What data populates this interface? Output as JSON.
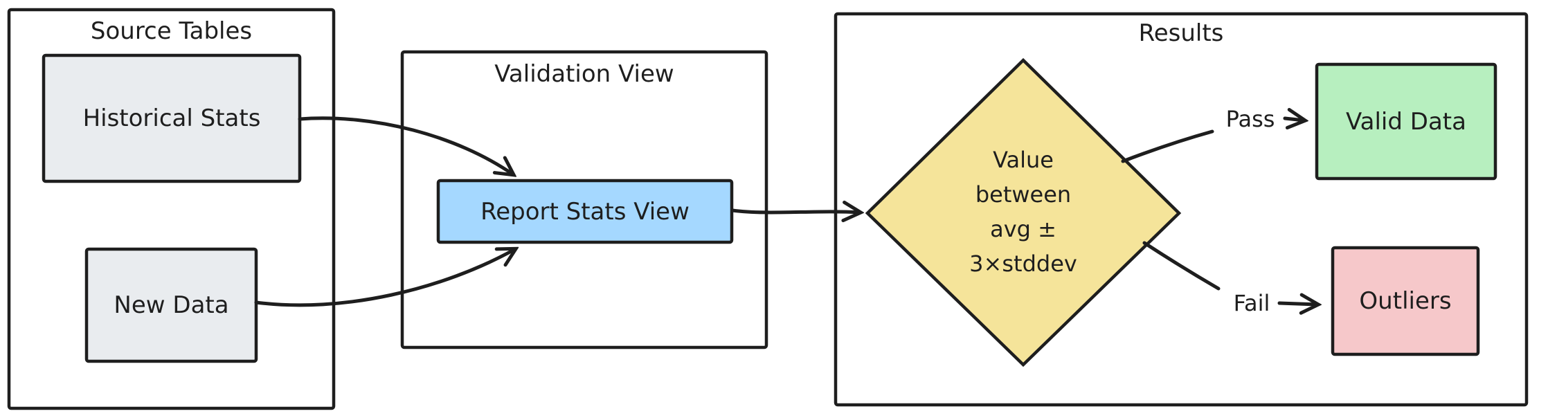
{
  "containers": {
    "source_tables": {
      "title": "Source Tables"
    },
    "validation_view": {
      "title": "Validation View"
    },
    "results": {
      "title": "Results"
    }
  },
  "nodes": {
    "historical_stats": {
      "label": "Historical Stats",
      "fill": "#e9ecef"
    },
    "new_data": {
      "label": "New Data",
      "fill": "#e9ecef"
    },
    "report_stats_view": {
      "label": "Report Stats View",
      "fill": "#a5d8ff"
    },
    "decision": {
      "lines": [
        "Value",
        "between",
        "avg ±",
        "3×stddev"
      ],
      "fill": "#f5e49a"
    },
    "valid_data": {
      "label": "Valid Data",
      "fill": "#b7efbf"
    },
    "outliers": {
      "label": "Outliers",
      "fill": "#f6c8ca"
    }
  },
  "edges": {
    "pass_label": "Pass",
    "fail_label": "Fail"
  },
  "colors": {
    "stroke": "#1e1e1e",
    "background": "#ffffff"
  }
}
